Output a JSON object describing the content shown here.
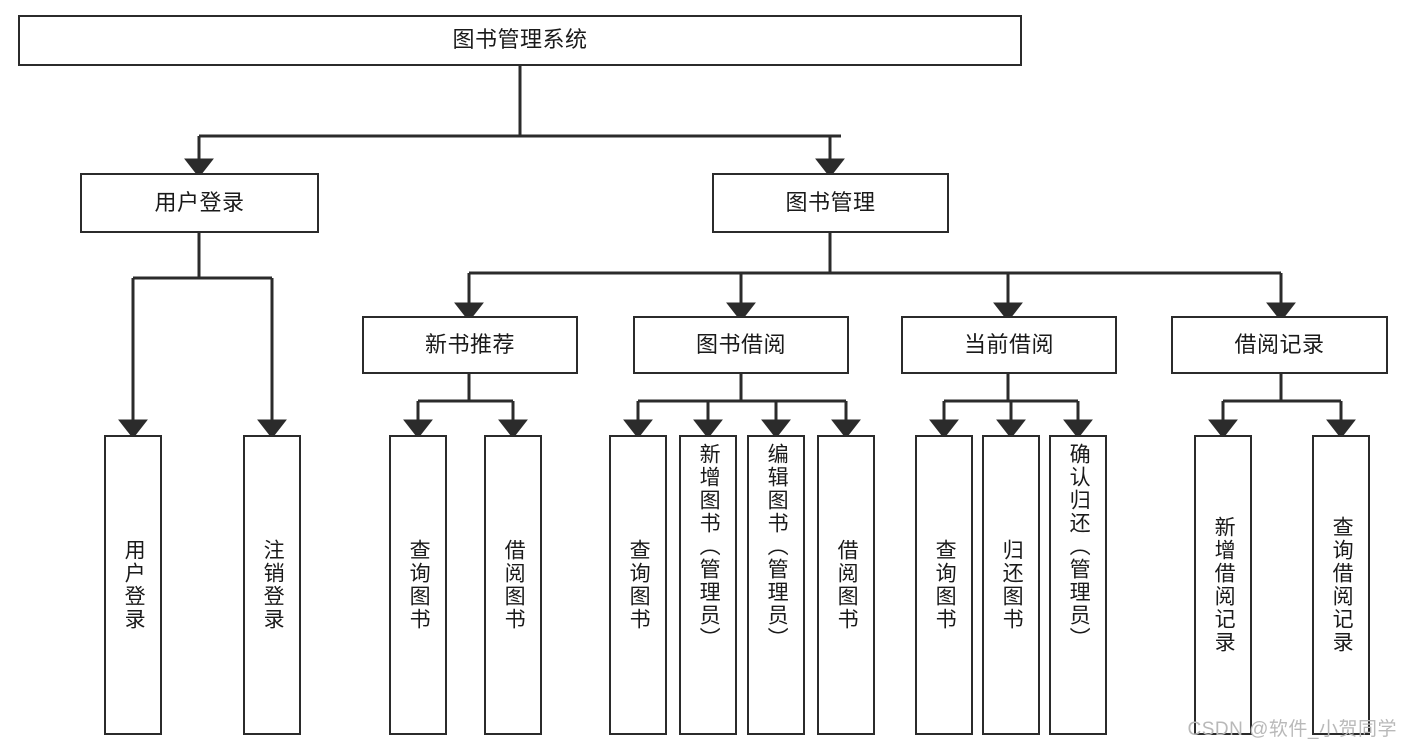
{
  "diagram": {
    "title": "图书管理系统",
    "type": "tree-hierarchy-diagram",
    "root": {
      "id": "root",
      "label": "图书管理系统"
    },
    "level2": [
      {
        "id": "user-login",
        "label": "用户登录"
      },
      {
        "id": "book-manage",
        "label": "图书管理"
      }
    ],
    "level3": [
      {
        "id": "new-book-recommend",
        "label": "新书推荐"
      },
      {
        "id": "book-borrow",
        "label": "图书借阅"
      },
      {
        "id": "current-borrow",
        "label": "当前借阅"
      },
      {
        "id": "borrow-record",
        "label": "借阅记录"
      }
    ],
    "leaves": {
      "user_login": [
        {
          "id": "leaf-user-login",
          "label": "用户登录"
        },
        {
          "id": "leaf-logout",
          "label": "注销登录"
        }
      ],
      "new_book_recommend": [
        {
          "id": "leaf-query-book-1",
          "label": "查询图书"
        },
        {
          "id": "leaf-borrow-book-1",
          "label": "借阅图书"
        }
      ],
      "book_borrow": [
        {
          "id": "leaf-query-book-2",
          "label": "查询图书"
        },
        {
          "id": "leaf-add-book",
          "label": "新增图书（管理员）"
        },
        {
          "id": "leaf-edit-book",
          "label": "编辑图书（管理员）"
        },
        {
          "id": "leaf-borrow-book-2",
          "label": "借阅图书"
        }
      ],
      "current_borrow": [
        {
          "id": "leaf-query-book-3",
          "label": "查询图书"
        },
        {
          "id": "leaf-return-book",
          "label": "归还图书"
        },
        {
          "id": "leaf-confirm-return",
          "label": "确认归还（管理员）"
        }
      ],
      "borrow_record": [
        {
          "id": "leaf-add-record",
          "label": "新增借阅记录"
        },
        {
          "id": "leaf-query-record",
          "label": "查询借阅记录"
        }
      ]
    }
  },
  "watermark": {
    "text": "CSDN @软件_小贺同学"
  },
  "colors": {
    "box_border": "#2b2b2b",
    "box_fill": "#ffffff",
    "text": "#1a1a1a",
    "connector": "#2b2b2b",
    "watermark": "#b9b9b9"
  }
}
